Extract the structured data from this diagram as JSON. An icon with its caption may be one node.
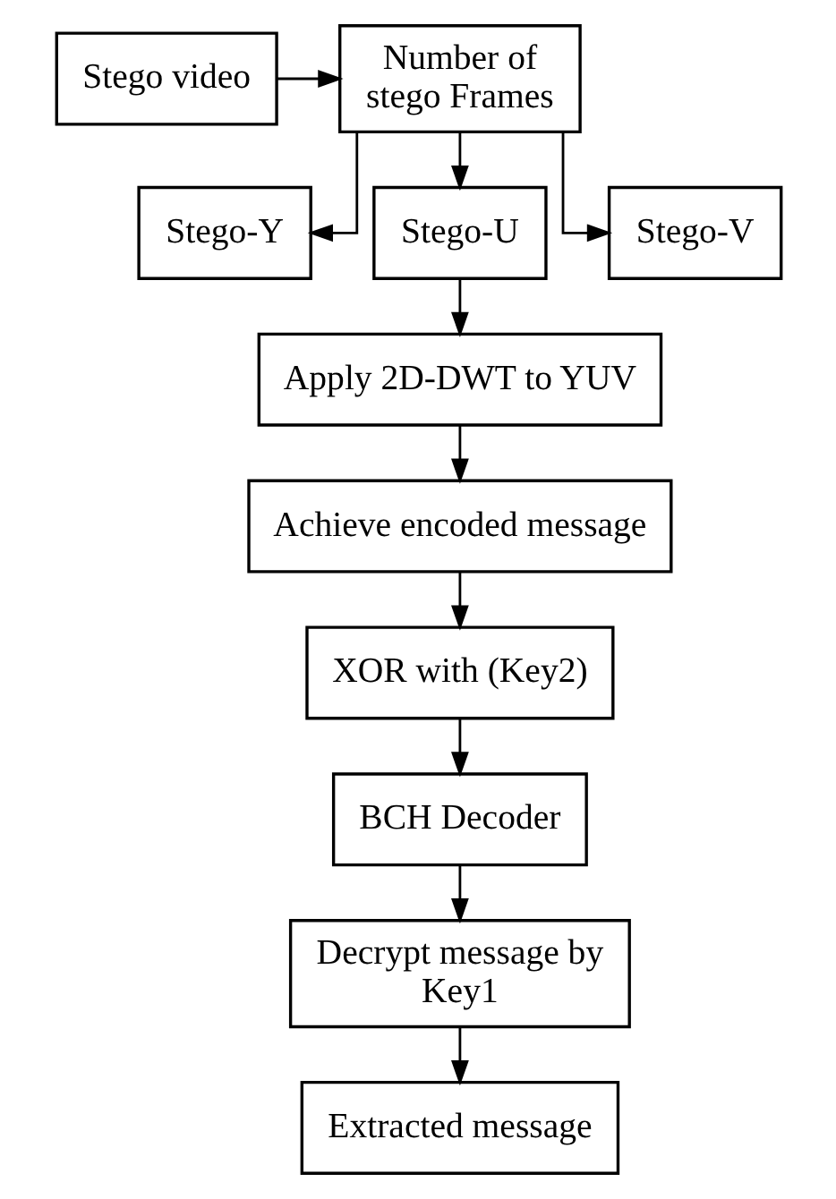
{
  "diagram": {
    "nodes": [
      {
        "text": [
          "Stego video"
        ]
      },
      {
        "text": [
          "Number of stego Frames"
        ]
      },
      {
        "text": [
          "Stego-Y"
        ]
      },
      {
        "text": [
          "Stego-U"
        ]
      },
      {
        "text": [
          "Stego-V"
        ]
      },
      {
        "text": [
          "Apply 2D-DWT to YUV"
        ]
      },
      {
        "text": [
          "Achieve encoded message"
        ]
      },
      {
        "text": [
          "XOR with (Key2)"
        ]
      },
      {
        "text": [
          "BCH Decoder"
        ]
      },
      {
        "text": [
          "Decrypt message by Key1"
        ]
      },
      {
        "text": [
          "Extracted message"
        ]
      }
    ],
    "edges": [
      {
        "from": 0,
        "to": 1,
        "arrow": "to"
      },
      {
        "from": 1,
        "to": 2,
        "arrow": "to"
      },
      {
        "from": 1,
        "to": 3,
        "arrow": "to"
      },
      {
        "from": 1,
        "to": 4,
        "arrow": "to"
      },
      {
        "from": 3,
        "to": 5,
        "arrow": "to"
      },
      {
        "from": 5,
        "to": 6,
        "arrow": "to"
      },
      {
        "from": 6,
        "to": 7,
        "arrow": "to"
      },
      {
        "from": 7,
        "to": 8,
        "arrow": "to"
      },
      {
        "from": 8,
        "to": 9,
        "arrow": "to"
      },
      {
        "from": 9,
        "to": 10,
        "arrow": "to"
      }
    ]
  }
}
